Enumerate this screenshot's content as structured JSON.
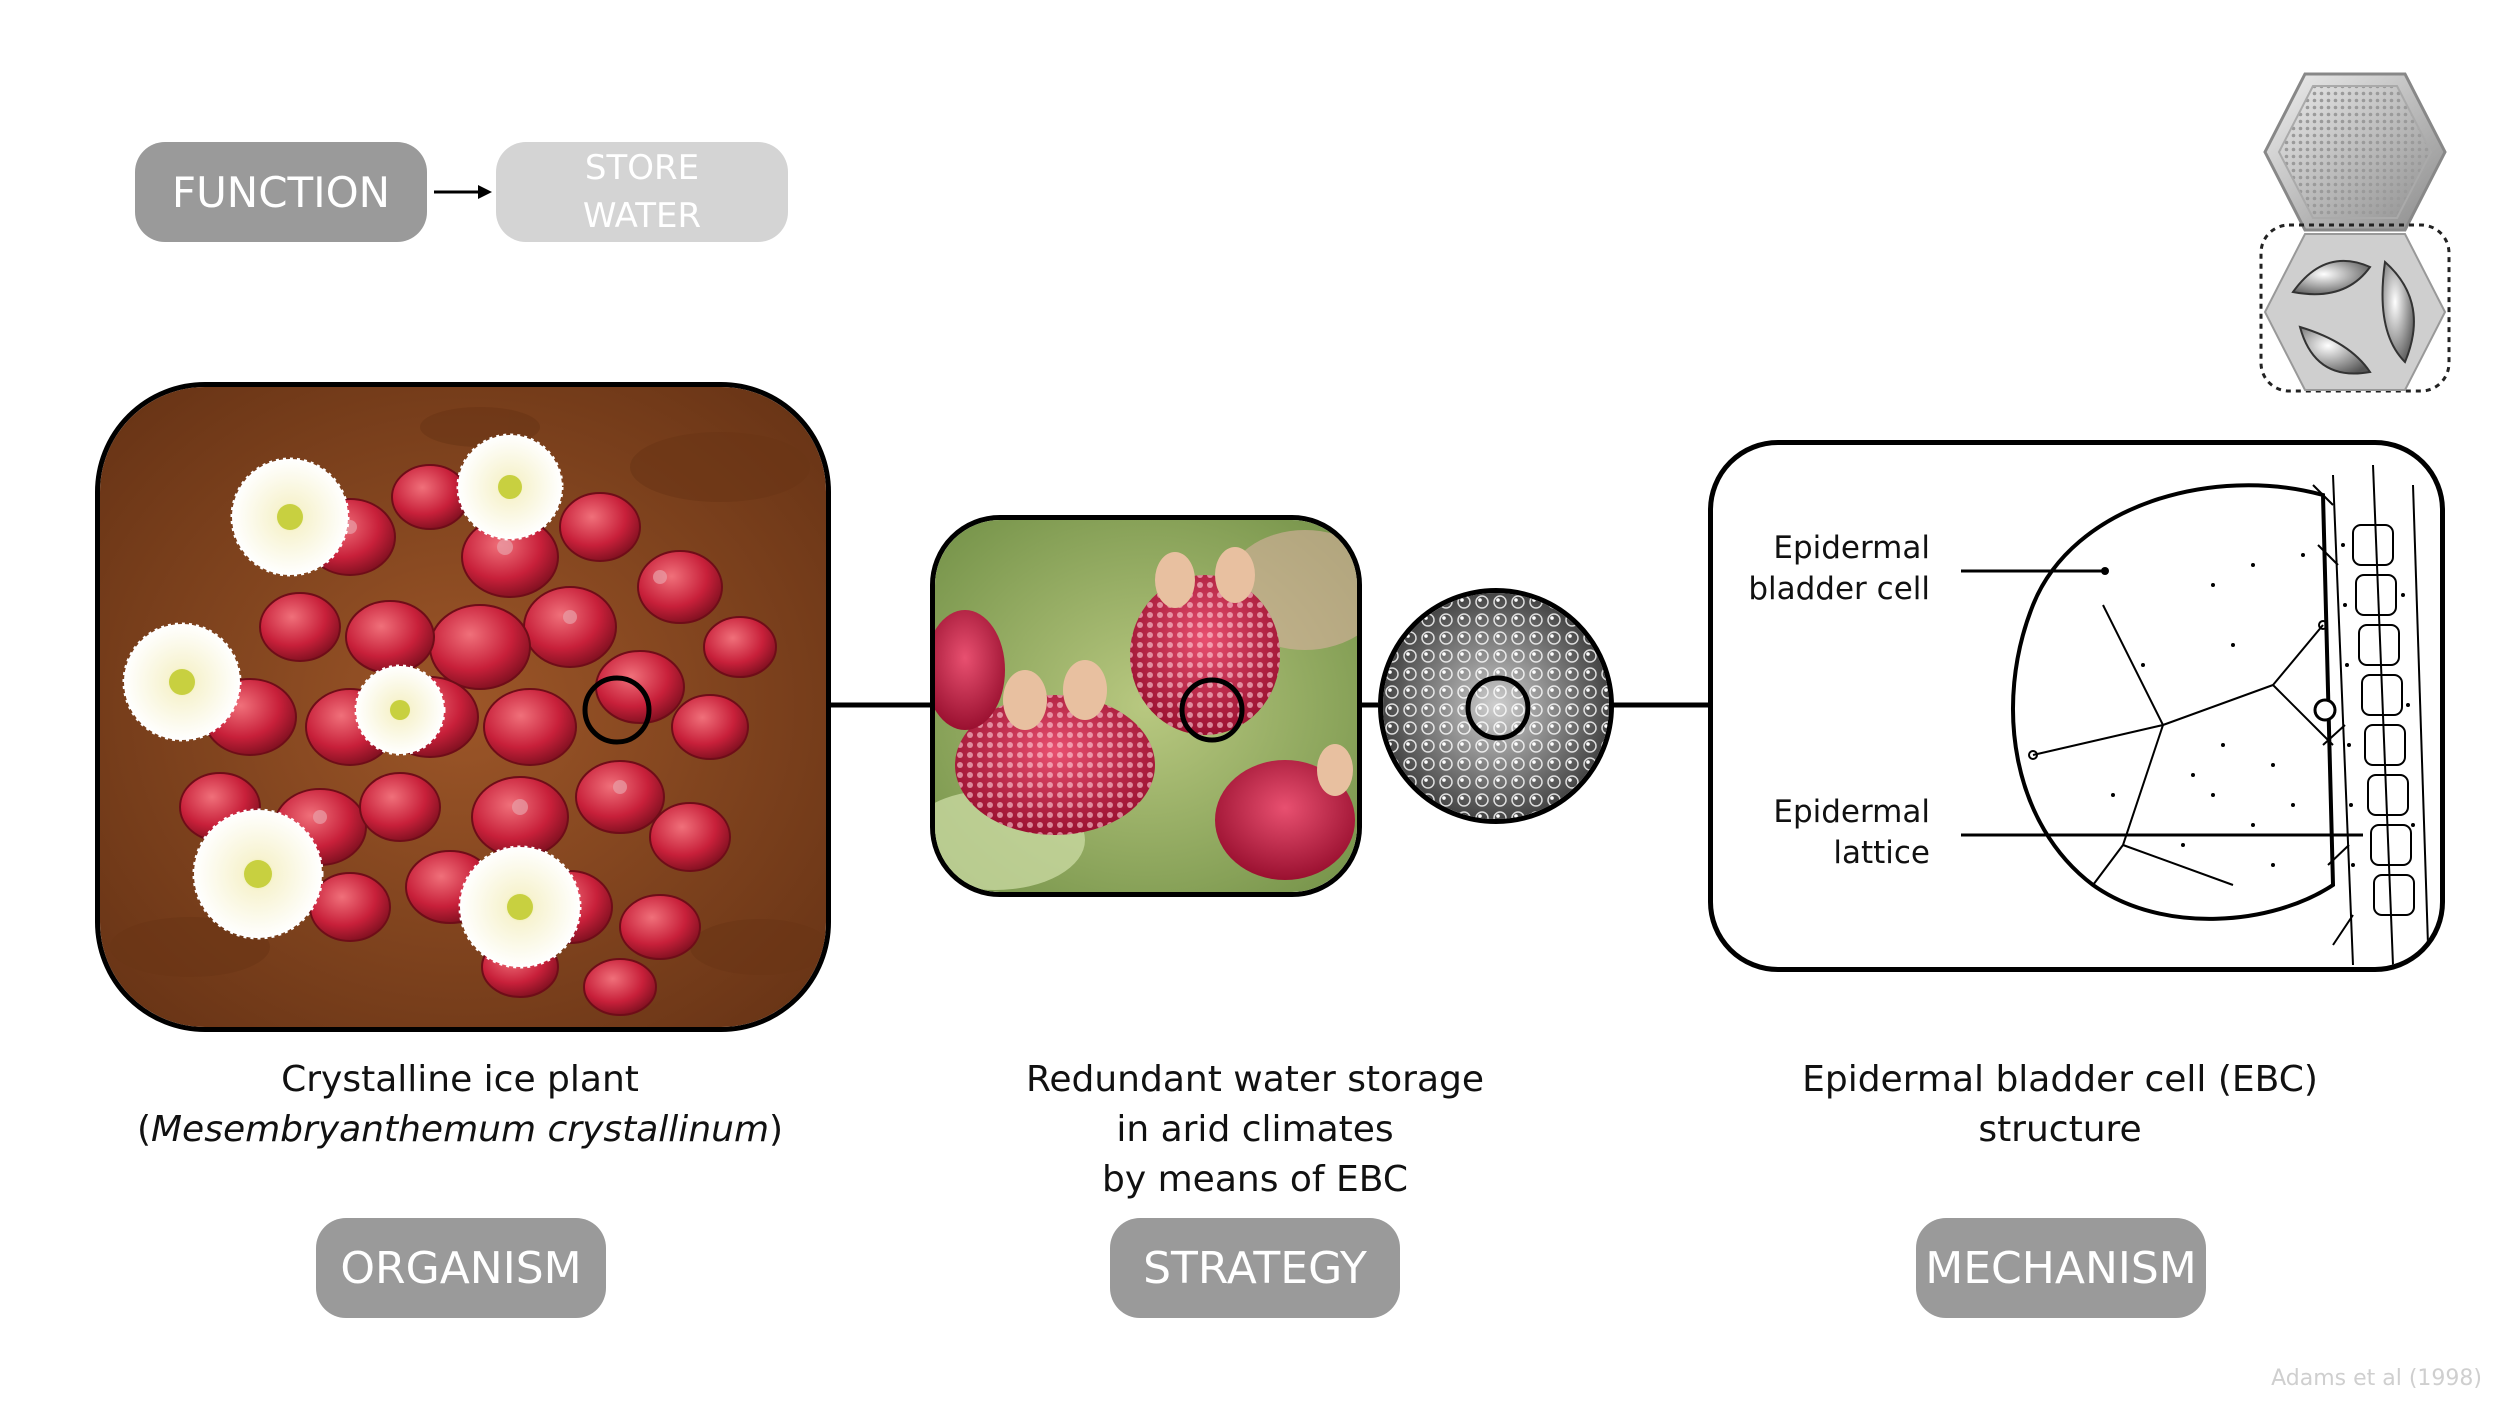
{
  "function_label": "FUNCTION",
  "function_value_line1": "STORE",
  "function_value_line2": "WATER",
  "organism": {
    "caption_line1": "Crystalline ice plant",
    "caption_open": "(",
    "caption_species": "Mesembryanthemum crystallinum",
    "caption_close": ")",
    "tag": "ORGANISM"
  },
  "strategy": {
    "caption_line1": "Redundant water storage",
    "caption_line2": "in arid climates",
    "caption_line3": "by means of EBC",
    "tag": "STRATEGY"
  },
  "mechanism": {
    "caption_line1": "Epidermal bladder cell (EBC)",
    "caption_line2": "structure",
    "tag": "MECHANISM",
    "label_bladder_line1": "Epidermal",
    "label_bladder_line2": "bladder cell",
    "label_lattice_line1": "Epidermal",
    "label_lattice_line2": "lattice"
  },
  "credit": "Adams et al (1998)",
  "colors": {
    "pill_dark": "#9a9a9a",
    "pill_light": "#d4d4d4",
    "soil": "#8a4a22",
    "leaf_red": "#c8203a",
    "credit": "#cfcfcf"
  }
}
